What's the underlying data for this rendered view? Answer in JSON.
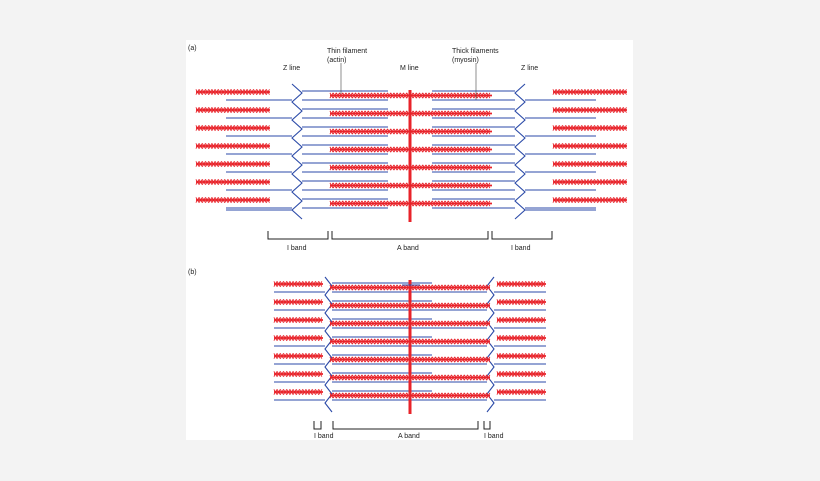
{
  "diagram": {
    "panel_a": {
      "label": "(a)",
      "z_line_left": "Z line",
      "z_line_right": "Z line",
      "thin_filament": [
        "Thin filament",
        "(actin)"
      ],
      "m_line": "M line",
      "thick_filament": [
        "Thick filaments",
        "(myosin)"
      ],
      "i_band_left": "I band",
      "a_band": "A band",
      "i_band_right": "I band"
    },
    "panel_b": {
      "label": "(b)",
      "i_band_left": "I band",
      "a_band": "A band",
      "i_band_right": "I band"
    },
    "colors": {
      "thin_filament": "#2b4aa8",
      "thick_filament": "#e8232a",
      "background": "#f3f3f3",
      "panel": "#ffffff"
    }
  }
}
